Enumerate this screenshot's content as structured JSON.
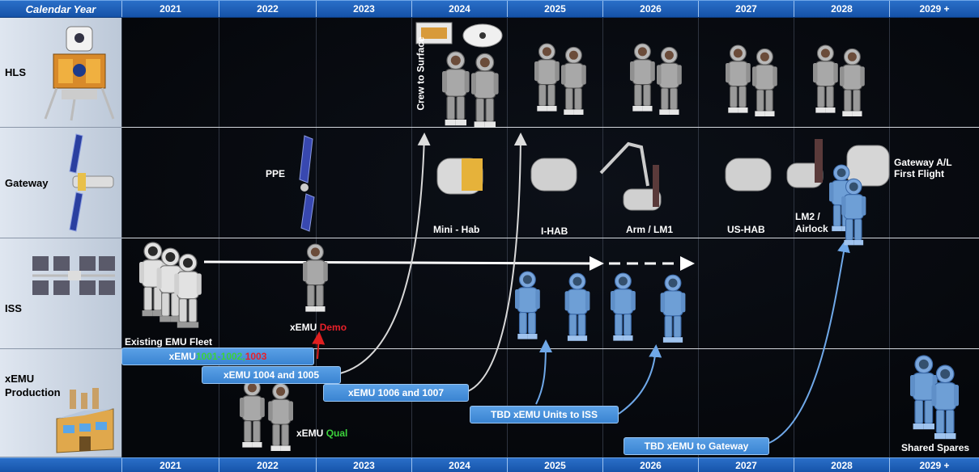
{
  "header": {
    "title": "Calendar Year",
    "years": [
      "2021",
      "2022",
      "2023",
      "2024",
      "2025",
      "2026",
      "2027",
      "2028",
      "2029 +"
    ]
  },
  "rows": [
    {
      "key": "hls",
      "label": "HLS"
    },
    {
      "key": "gateway",
      "label": "Gateway"
    },
    {
      "key": "iss",
      "label": "ISS"
    },
    {
      "key": "prod",
      "label": "xEMU\nProduction"
    }
  ],
  "labels": {
    "crew_to_surface": "Crew to Surface",
    "ppe": "PPE",
    "mini_hab": "Mini - Hab",
    "ihab": "I-HAB",
    "arm_lm1": "Arm / LM1",
    "us_hab": "US-HAB",
    "lm2": "LM2 /\nAirlock",
    "gateway_al": "Gateway A/L\nFirst Flight",
    "existing_fleet": "Existing EMU Fleet",
    "xemu_demo_a": "xEMU ",
    "xemu_demo_b": "Demo",
    "xemu_qual_a": "xEMU ",
    "xemu_qual_b": "Qual",
    "shared_spares": "Shared Spares"
  },
  "pills": {
    "p1_a": "xEMU ",
    "p1_b": "1001-1002,",
    "p1_c": " 1003",
    "p2": "xEMU 1004 and 1005",
    "p3": "xEMU 1006 and 1007",
    "p4": "TBD xEMU Units to ISS",
    "p5": "TBD xEMU  to Gateway"
  },
  "colors": {
    "header": "#1f63b8",
    "pill": "#4a90dc",
    "arrow": "#ffffff",
    "suit_white": "#e6e6e6",
    "suit_blue": "#6e9fd6"
  }
}
